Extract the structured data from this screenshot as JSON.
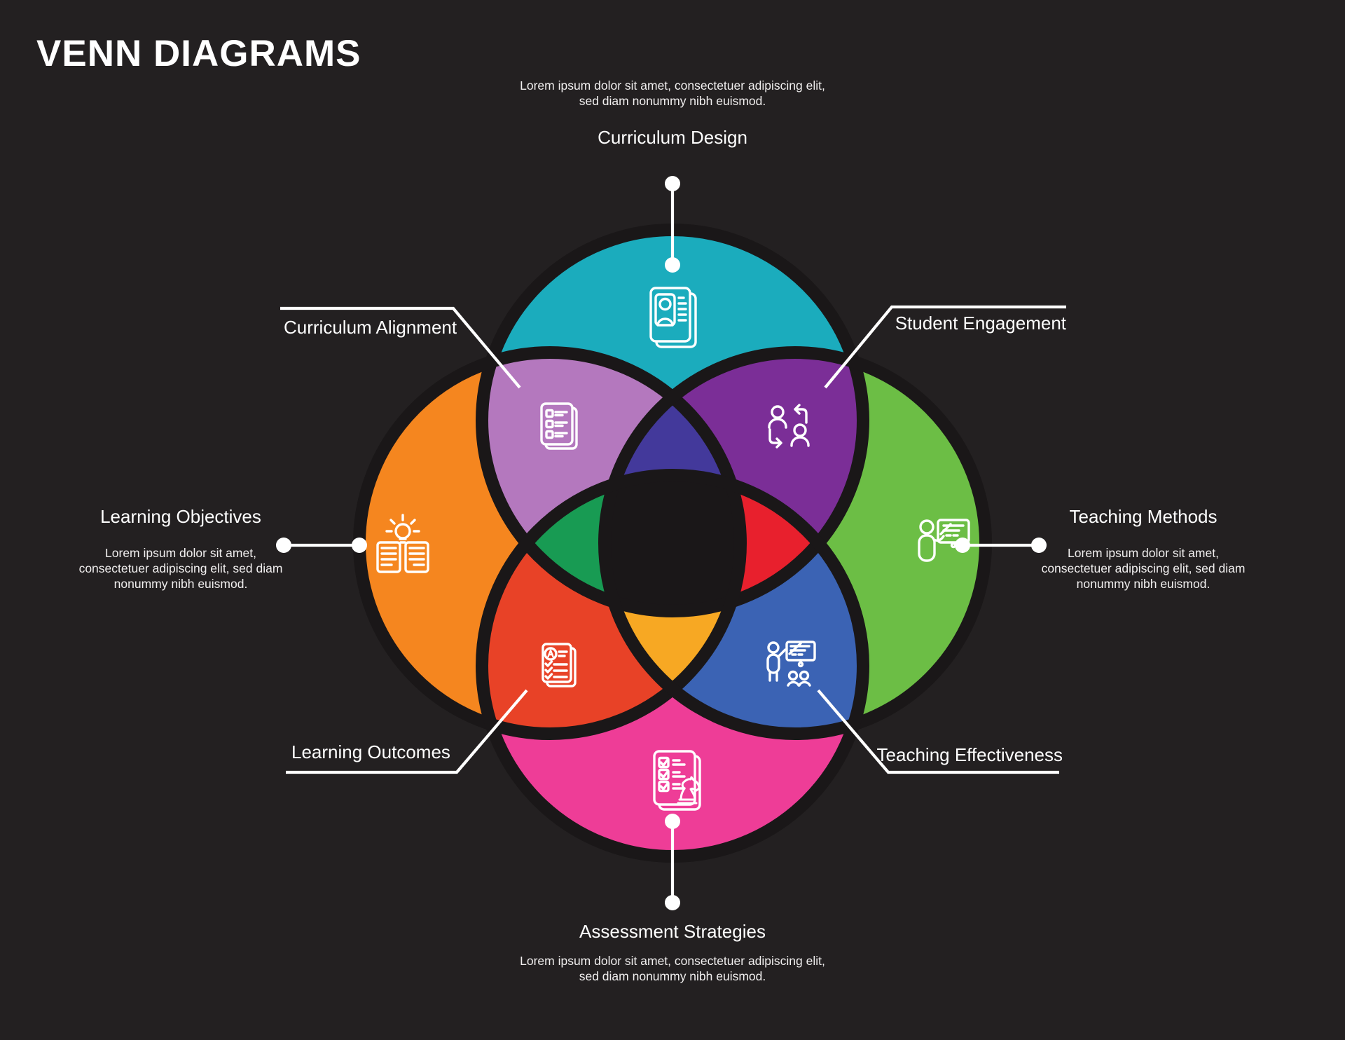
{
  "title": "VENN DIAGRAMS",
  "nodes": {
    "top": {
      "label": "Curriculum Design",
      "description": "Lorem ipsum dolor sit amet, consectetuer adipiscing elit, sed diam nonummy nibh euismod."
    },
    "left": {
      "label": "Learning Objectives",
      "description": "Lorem ipsum dolor sit amet, consectetuer adipiscing elit, sed diam nonummy nibh euismod."
    },
    "right": {
      "label": "Teaching Methods",
      "description": "Lorem ipsum dolor sit amet, consectetuer adipiscing elit, sed diam nonummy nibh euismod."
    },
    "bottom": {
      "label": "Assessment Strategies",
      "description": "Lorem ipsum dolor sit amet, consectetuer adipiscing elit, sed diam nonummy nibh euismod."
    },
    "top_left": {
      "label": "Curriculum Alignment"
    },
    "top_right": {
      "label": "Student Engagement"
    },
    "bottom_left": {
      "label": "Learning Outcomes"
    },
    "bottom_right": {
      "label": "Teaching Effectiveness"
    }
  },
  "icons": {
    "top": "resume-document-icon",
    "top_left": "checklist-document-icon",
    "top_right": "people-exchange-icon",
    "left": "open-book-idea-icon",
    "right": "presenter-whiteboard-icon",
    "bottom_left": "graded-report-icon",
    "bottom_right": "classroom-training-icon",
    "bottom": "assessment-checklist-icon"
  },
  "colors": {
    "background": "#232021",
    "outline": "#1a1718",
    "circle_top": "#1BACBD",
    "circle_left": "#F5861F",
    "circle_right": "#6CBE45",
    "circle_bottom": "#EE3D97",
    "overlap_top_left": "#B478BE",
    "overlap_top_right": "#7B2E97",
    "overlap_bottom_left": "#E84227",
    "overlap_bottom_right": "#3B63B4",
    "wedge_top": "#43399B",
    "wedge_left": "#189B53",
    "wedge_right": "#E8202D",
    "wedge_bottom": "#F7A823",
    "text": "#FFFFFF",
    "connector": "#FFFFFF"
  }
}
